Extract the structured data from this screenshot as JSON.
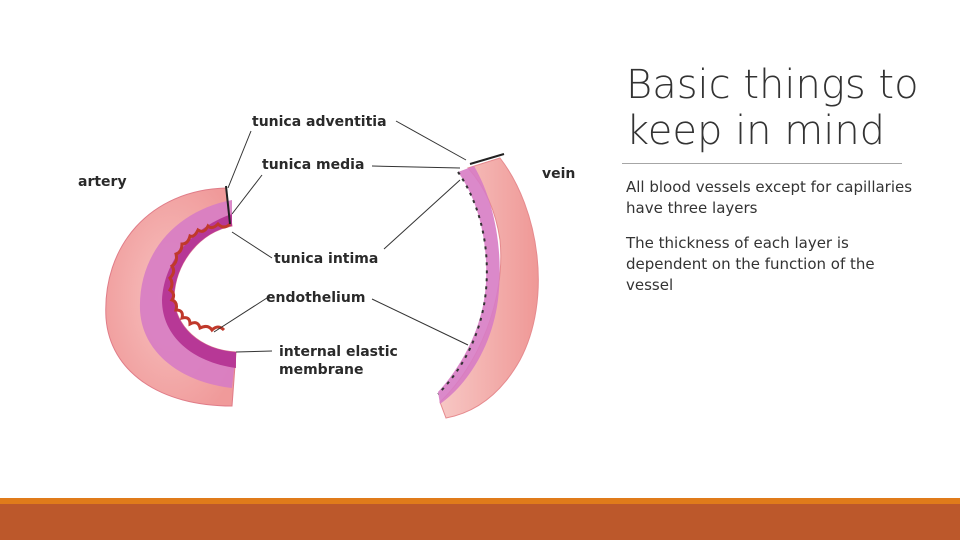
{
  "colors": {
    "accent_thin": "#e07b1a",
    "accent_thick": "#bc582b",
    "adventitia": "#f4a9a8",
    "media": "#d77cc4",
    "intima": "#b02b8e",
    "endothelium": "#c0392b"
  },
  "diagram": {
    "labels": {
      "artery": "artery",
      "vein": "vein",
      "tunica_adventitia": "tunica adventitia",
      "tunica_media": "tunica media",
      "tunica_intima": "tunica intima",
      "endothelium": "endothelium",
      "internal_elastic_line1": "internal elastic",
      "internal_elastic_line2": "membrane"
    }
  },
  "slide": {
    "title_line1": "Basic things to",
    "title_line2": "keep in mind",
    "bullets": [
      "All blood vessels except for capillaries have three layers",
      "The thickness of each layer is dependent on the function of the vessel"
    ]
  }
}
